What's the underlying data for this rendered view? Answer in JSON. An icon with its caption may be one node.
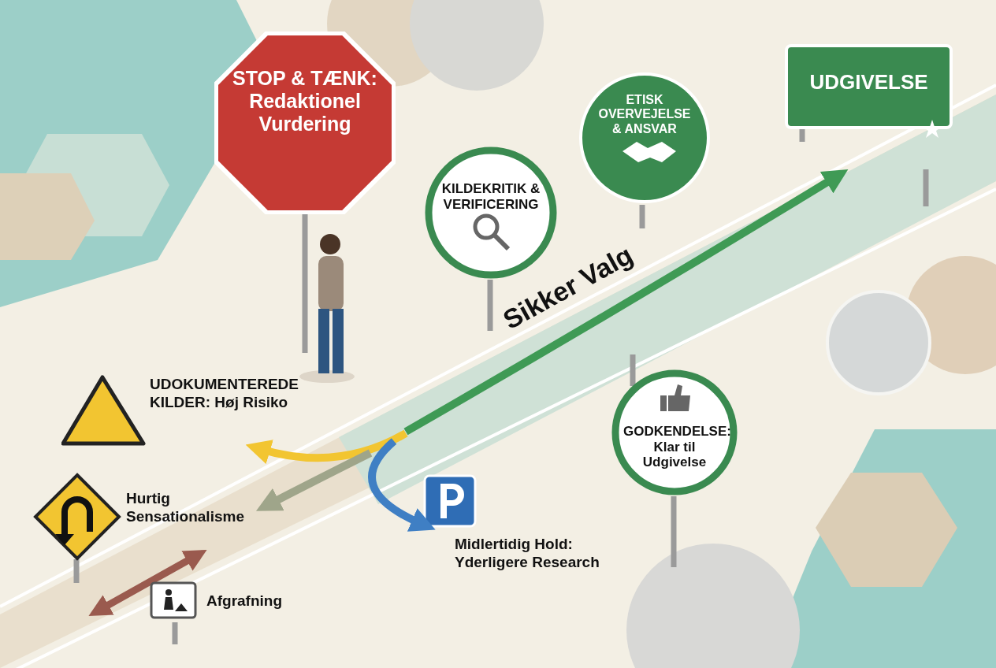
{
  "diagram": {
    "nodes": [
      {
        "text": [
          "STOP & TÆNK: Redaktionel Vurdering"
        ]
      },
      {
        "text": [
          "KILDEKRITIK & VERIFICERING"
        ]
      },
      {
        "text": [
          "ETISK OVERVEJELSE & ANSVAR"
        ]
      },
      {
        "text": [
          "UDGIVELSE"
        ]
      },
      {
        "text": [
          "GODKENDELSE: Klar til Udgivelse"
        ]
      },
      {
        "text": [],
        "shape": "triangle",
        "beside": [
          "UDOKUMENTEREDE KILDER: Høj Risiko"
        ]
      },
      {
        "text": [],
        "shape": "diamond",
        "beside": [
          "Hurtig Sensationalisme"
        ]
      },
      {
        "text": [],
        "shape": "box",
        "beside": [
          "Midlertidig Hold: Yderligere Research"
        ]
      },
      {
        "text": [],
        "shape": "box",
        "beside": [
          "Afgrafning"
        ]
      }
    ],
    "edges": [
      {
        "from": null,
        "to": 3,
        "arrow": "to",
        "color": "#3f9a55"
      },
      {
        "from": null,
        "to": 5,
        "arrow": "to",
        "color": "#f2c531"
      },
      {
        "from": null,
        "to": 6,
        "arrow": "to",
        "color": "#9fa58a"
      },
      {
        "from": null,
        "to": 7,
        "arrow": "to",
        "color": "#3f7fc4"
      }
    ],
    "labels": [
      "Sikker Valg"
    ]
  }
}
